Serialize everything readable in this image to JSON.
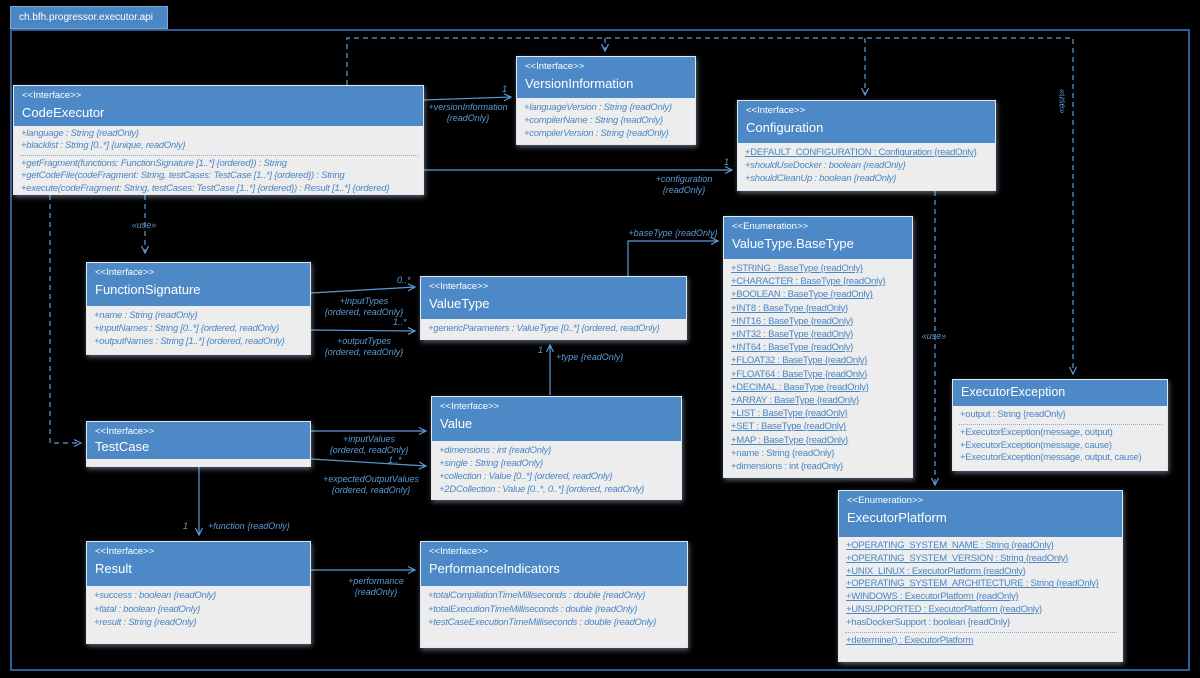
{
  "package": {
    "name": "ch.bfh.progressor.executor.api"
  },
  "colors": {
    "background": "#000000",
    "frame": "#2f5e97",
    "header": "#4d89c7",
    "body": "#ededed",
    "member_text": "#4a86c4",
    "connector": "#5b9bd5"
  },
  "classes": {
    "codeExecutor": {
      "stereotype": "<<Interface>>",
      "name": "CodeExecutor",
      "attrs": [
        "+language : String {readOnly}",
        "+blacklist : String [0..*] {unique, readOnly}"
      ],
      "ops": [
        "+getFragment(functions: FunctionSignature [1..*] {ordered}) : String",
        "+getCodeFile(codeFragment: String, testCases: TestCase [1..*] {ordered}) : String",
        "+execute(codeFragment: String, testCases: TestCase [1..*] {ordered}) : Result [1..*] {ordered}"
      ]
    },
    "versionInformation": {
      "stereotype": "<<Interface>>",
      "name": "VersionInformation",
      "attrs": [
        "+languageVersion : String {readOnly}",
        "+compilerName : String {readOnly}",
        "+compilerVersion : String {readOnly}"
      ]
    },
    "configuration": {
      "stereotype": "<<Interface>>",
      "name": "Configuration",
      "attrs": [
        "+DEFAULT_CONFIGURATION : Configuration {readOnly}",
        "+shouldUseDocker : boolean {readOnly}",
        "+shouldCleanUp : boolean {readOnly}"
      ]
    },
    "valueTypeBaseType": {
      "stereotype": "<<Enumeration>>",
      "name": "ValueType.BaseType",
      "attrs": [
        "+STRING : BaseType {readOnly}",
        "+CHARACTER : BaseType {readOnly}",
        "+BOOLEAN : BaseType {readOnly}",
        "+INT8 : BaseType {readOnly}",
        "+INT16 : BaseType {readOnly}",
        "+INT32 : BaseType {readOnly}",
        "+INT64 : BaseType {readOnly}",
        "+FLOAT32 : BaseType {readOnly}",
        "+FLOAT64 : BaseType {readOnly}",
        "+DECIMAL : BaseType {readOnly}",
        "+ARRAY : BaseType {readOnly}",
        "+LIST : BaseType {readOnly}",
        "+SET : BaseType {readOnly}",
        "+MAP : BaseType {readOnly}",
        "+name : String {readOnly}",
        "+dimensions : int {readOnly}"
      ]
    },
    "functionSignature": {
      "stereotype": "<<Interface>>",
      "name": "FunctionSignature",
      "attrs": [
        "+name : String {readOnly}",
        "+inputNames : String [0..*] {ordered, readOnly}",
        "+outputNames : String [1..*] {ordered, readOnly}"
      ]
    },
    "valueType": {
      "stereotype": "<<Interface>>",
      "name": "ValueType",
      "attrs": [
        "+genericParameters : ValueType [0..*] {ordered, readOnly}"
      ]
    },
    "value": {
      "stereotype": "<<Interface>>",
      "name": "Value",
      "attrs": [
        "+dimensions : int {readOnly}",
        "+single : String {readOnly}",
        "+collection : Value [0..*] {ordered, readOnly}",
        "+2DCollection : Value [0..*, 0..*] {ordered, readOnly}"
      ]
    },
    "testCase": {
      "stereotype": "<<Interface>>",
      "name": "TestCase"
    },
    "result": {
      "stereotype": "<<Interface>>",
      "name": "Result",
      "attrs": [
        "+success : boolean {readOnly}",
        "+fatal : boolean {readOnly}",
        "+result : String {readOnly}"
      ]
    },
    "performanceIndicators": {
      "stereotype": "<<Interface>>",
      "name": "PerformanceIndicators",
      "attrs": [
        "+totalCompilationTimeMilliseconds : double {readOnly}",
        "+totalExecutionTimeMilliseconds : double {readOnly}",
        "+testCaseExecutionTimeMilliseconds : double {readOnly}"
      ]
    },
    "executorException": {
      "name": "ExecutorException",
      "attrs": [
        "+output : String {readOnly}"
      ],
      "ops": [
        "+ExecutorException(message, output)",
        "+ExecutorException(message, cause)",
        "+ExecutorException(message, output, cause)"
      ]
    },
    "executorPlatform": {
      "stereotype": "<<Enumeration>>",
      "name": "ExecutorPlatform",
      "attrs": [
        "+OPERATING_SYSTEM_NAME : String {readOnly}",
        "+OPERATING_SYSTEM_VERSION : String {readOnly}",
        "+UNIX_LINUX : ExecutorPlatform {readOnly}",
        "+OPERATING_SYSTEM_ARCHITECTURE : String {readOnly}",
        "+WINDOWS : ExecutorPlatform {readOnly}",
        "+UNSUPPORTED : ExecutorPlatform {readOnly}",
        "+hasDockerSupport : boolean {readOnly}"
      ],
      "ops": [
        "+determine() : ExecutorPlatform"
      ]
    }
  },
  "edges": {
    "versionInformation": {
      "line1": "+versionInformation",
      "line2": "{readOnly}",
      "mult": "1"
    },
    "configuration": {
      "line1": "+configuration",
      "line2": "{readOnly}",
      "mult": "1"
    },
    "useFunctionSignature": {
      "text": "«use»"
    },
    "inputTypes": {
      "line1": "+inputTypes",
      "line2": "{ordered, readOnly}",
      "mult": "0..*"
    },
    "outputTypes": {
      "line1": "+outputTypes",
      "line2": "{ordered, readOnly}",
      "mult": "1..*"
    },
    "baseType": {
      "text": "+baseType {readOnly}"
    },
    "type": {
      "text": "+type {readOnly}",
      "mult": "1"
    },
    "inputValues": {
      "line1": "+inputValues",
      "line2": "{ordered, readOnly}"
    },
    "expectedOutputValues": {
      "line1": "+expectedOutputValues",
      "line2": "{ordered, readOnly}",
      "mult": "1..*"
    },
    "function": {
      "text": "+function {readOnly}",
      "mult": "1"
    },
    "performance": {
      "line1": "+performance",
      "line2": "{readOnly}"
    },
    "useExecutorException": {
      "text": "«use»"
    },
    "useExecutorPlatform": {
      "text": "«use»"
    }
  }
}
